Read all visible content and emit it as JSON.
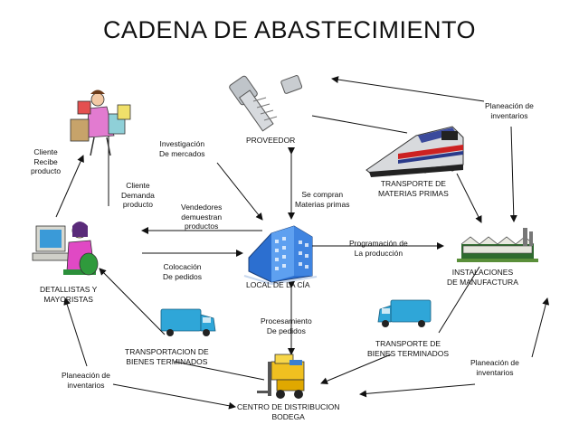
{
  "title": "CADENA DE ABASTECIMIENTO",
  "nodes": {
    "proveedor": "PROVEEDOR",
    "transporte_materias_primas": [
      "TRANSPORTE DE",
      "MATERIAS PRIMAS"
    ],
    "instalaciones_manufactura": [
      "INSTALACIONES",
      "DE MANUFACTURA"
    ],
    "local_cia": "LOCAL DE LA CÍA",
    "detallistas_mayoristas": [
      "DETALLISTAS Y",
      "MAYORISTAS"
    ],
    "transporte_bienes_terminados_right": [
      "TRANSPORTE DE",
      "BIENES TERMINADOS"
    ],
    "transportacion_bienes_terminados_left": [
      "TRANSPORTACION DE",
      "BIENES TERMINADOS"
    ],
    "centro_distribucion": [
      "CENTRO DE DISTRIBUCION",
      "BODEGA"
    ]
  },
  "labels": {
    "investigacion_mercados": [
      "Investigación",
      "De mercados"
    ],
    "cliente_recibe_producto": [
      "Cliente",
      "Recibe",
      "producto"
    ],
    "cliente_demanda_producto": [
      "Cliente",
      "Demanda",
      "producto"
    ],
    "vendedores_demuestran": [
      "Vendedores",
      "demuestran",
      "productos"
    ],
    "se_compran_materias": [
      "Se compran",
      "Materias primas"
    ],
    "programacion_produccion": [
      "Programación de",
      "La producción"
    ],
    "colocacion_pedidos": [
      "Colocación",
      "De pedidos"
    ],
    "procesamiento_pedidos": [
      "Procesamiento",
      "De pedidos"
    ],
    "planeacion_inventarios_top": [
      "Planeación de",
      "inventarios"
    ],
    "planeacion_inventarios_bottom_right": [
      "Planeación de",
      "inventarios"
    ],
    "planeacion_inventarios_bottom_left": [
      "Planeación de",
      "inventarios"
    ]
  }
}
